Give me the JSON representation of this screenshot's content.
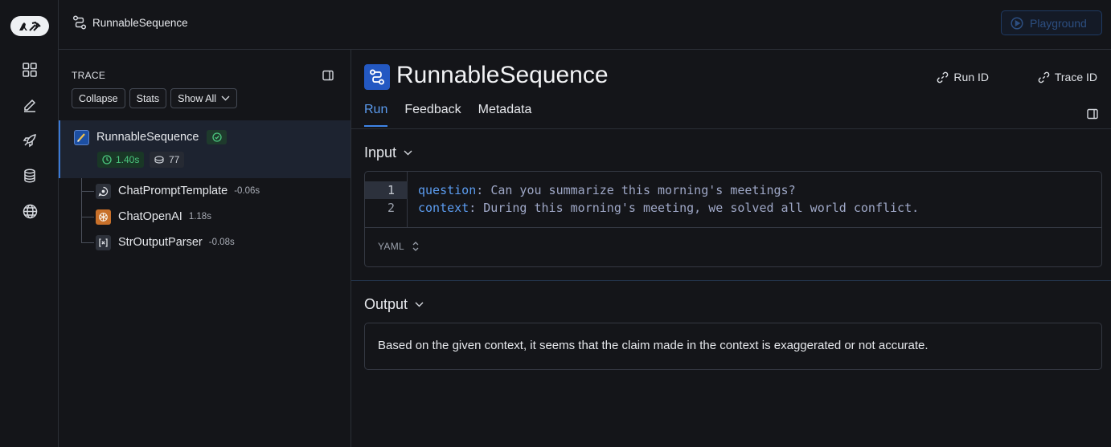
{
  "header": {
    "title": "RunnableSequence",
    "playground_label": "Playground"
  },
  "sidebar": {
    "icons": [
      "grid-icon",
      "pen-icon",
      "rocket-icon",
      "database-icon",
      "globe-icon"
    ]
  },
  "trace": {
    "label": "TRACE",
    "buttons": {
      "collapse": "Collapse",
      "stats": "Stats",
      "show_all": "Show All"
    },
    "root": {
      "name": "RunnableSequence",
      "status": "success",
      "latency": "1.40s",
      "tokens": "77"
    },
    "children": [
      {
        "name": "ChatPromptTemplate",
        "time": "-0.06s",
        "icon": "prompt-icon"
      },
      {
        "name": "ChatOpenAI",
        "time": "1.18s",
        "icon": "openai-icon"
      },
      {
        "name": "StrOutputParser",
        "time": "-0.08s",
        "icon": "parser-icon"
      }
    ]
  },
  "main": {
    "title": "RunnableSequence",
    "run_id_label": "Run ID",
    "trace_id_label": "Trace ID",
    "tabs": [
      {
        "label": "Run",
        "active": true
      },
      {
        "label": "Feedback",
        "active": false
      },
      {
        "label": "Metadata",
        "active": false
      }
    ],
    "input": {
      "heading": "Input",
      "lines": [
        {
          "num": "1",
          "key": "question",
          "sep": ": ",
          "value": "Can you summarize this morning's meetings?"
        },
        {
          "num": "2",
          "key": "context",
          "sep": ": ",
          "value": "During this morning's meeting, we solved all world conflict."
        }
      ],
      "format": "YAML"
    },
    "output": {
      "heading": "Output",
      "text": "Based on the given context, it seems that the claim made in the context is exaggerated or not accurate."
    }
  },
  "colors": {
    "accent": "#3f85e8",
    "background": "#141519",
    "success": "#4cc77f",
    "openai": "#c8702a"
  }
}
